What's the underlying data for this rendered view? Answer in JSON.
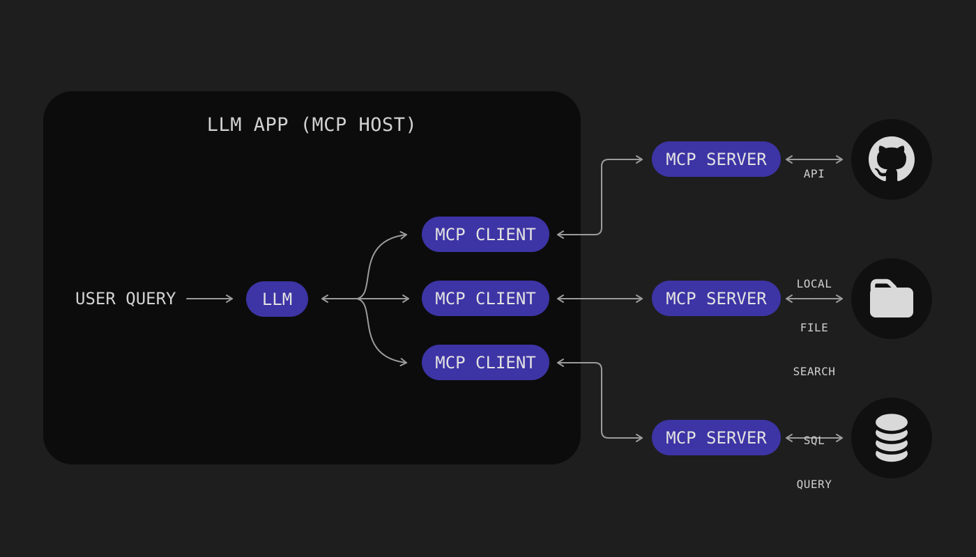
{
  "colors": {
    "background": "#1e1e1e",
    "panel": "#0c0c0c",
    "pill": "#3d34a5",
    "pill_text": "#e2e2e2",
    "text": "#d2d2d2",
    "muted_text": "#cfcfcf",
    "line": "#9c9c9c",
    "icon_circle": "#101010",
    "icon_glyph": "#d9d9d9"
  },
  "host_panel": {
    "title": "LLM APP (MCP HOST)"
  },
  "flow": {
    "user_query_label": "USER QUERY",
    "llm_label": "LLM",
    "clients": [
      {
        "label": "MCP CLIENT"
      },
      {
        "label": "MCP CLIENT"
      },
      {
        "label": "MCP CLIENT"
      }
    ],
    "servers": [
      {
        "label": "MCP SERVER",
        "icon": "github-icon",
        "link_label_lines": [
          "API"
        ]
      },
      {
        "label": "MCP SERVER",
        "icon": "folder-icon",
        "link_label_lines": [
          "LOCAL",
          "FILE",
          "SEARCH"
        ]
      },
      {
        "label": "MCP SERVER",
        "icon": "database-icon",
        "link_label_lines": [
          "SQL",
          "QUERY"
        ]
      }
    ]
  }
}
